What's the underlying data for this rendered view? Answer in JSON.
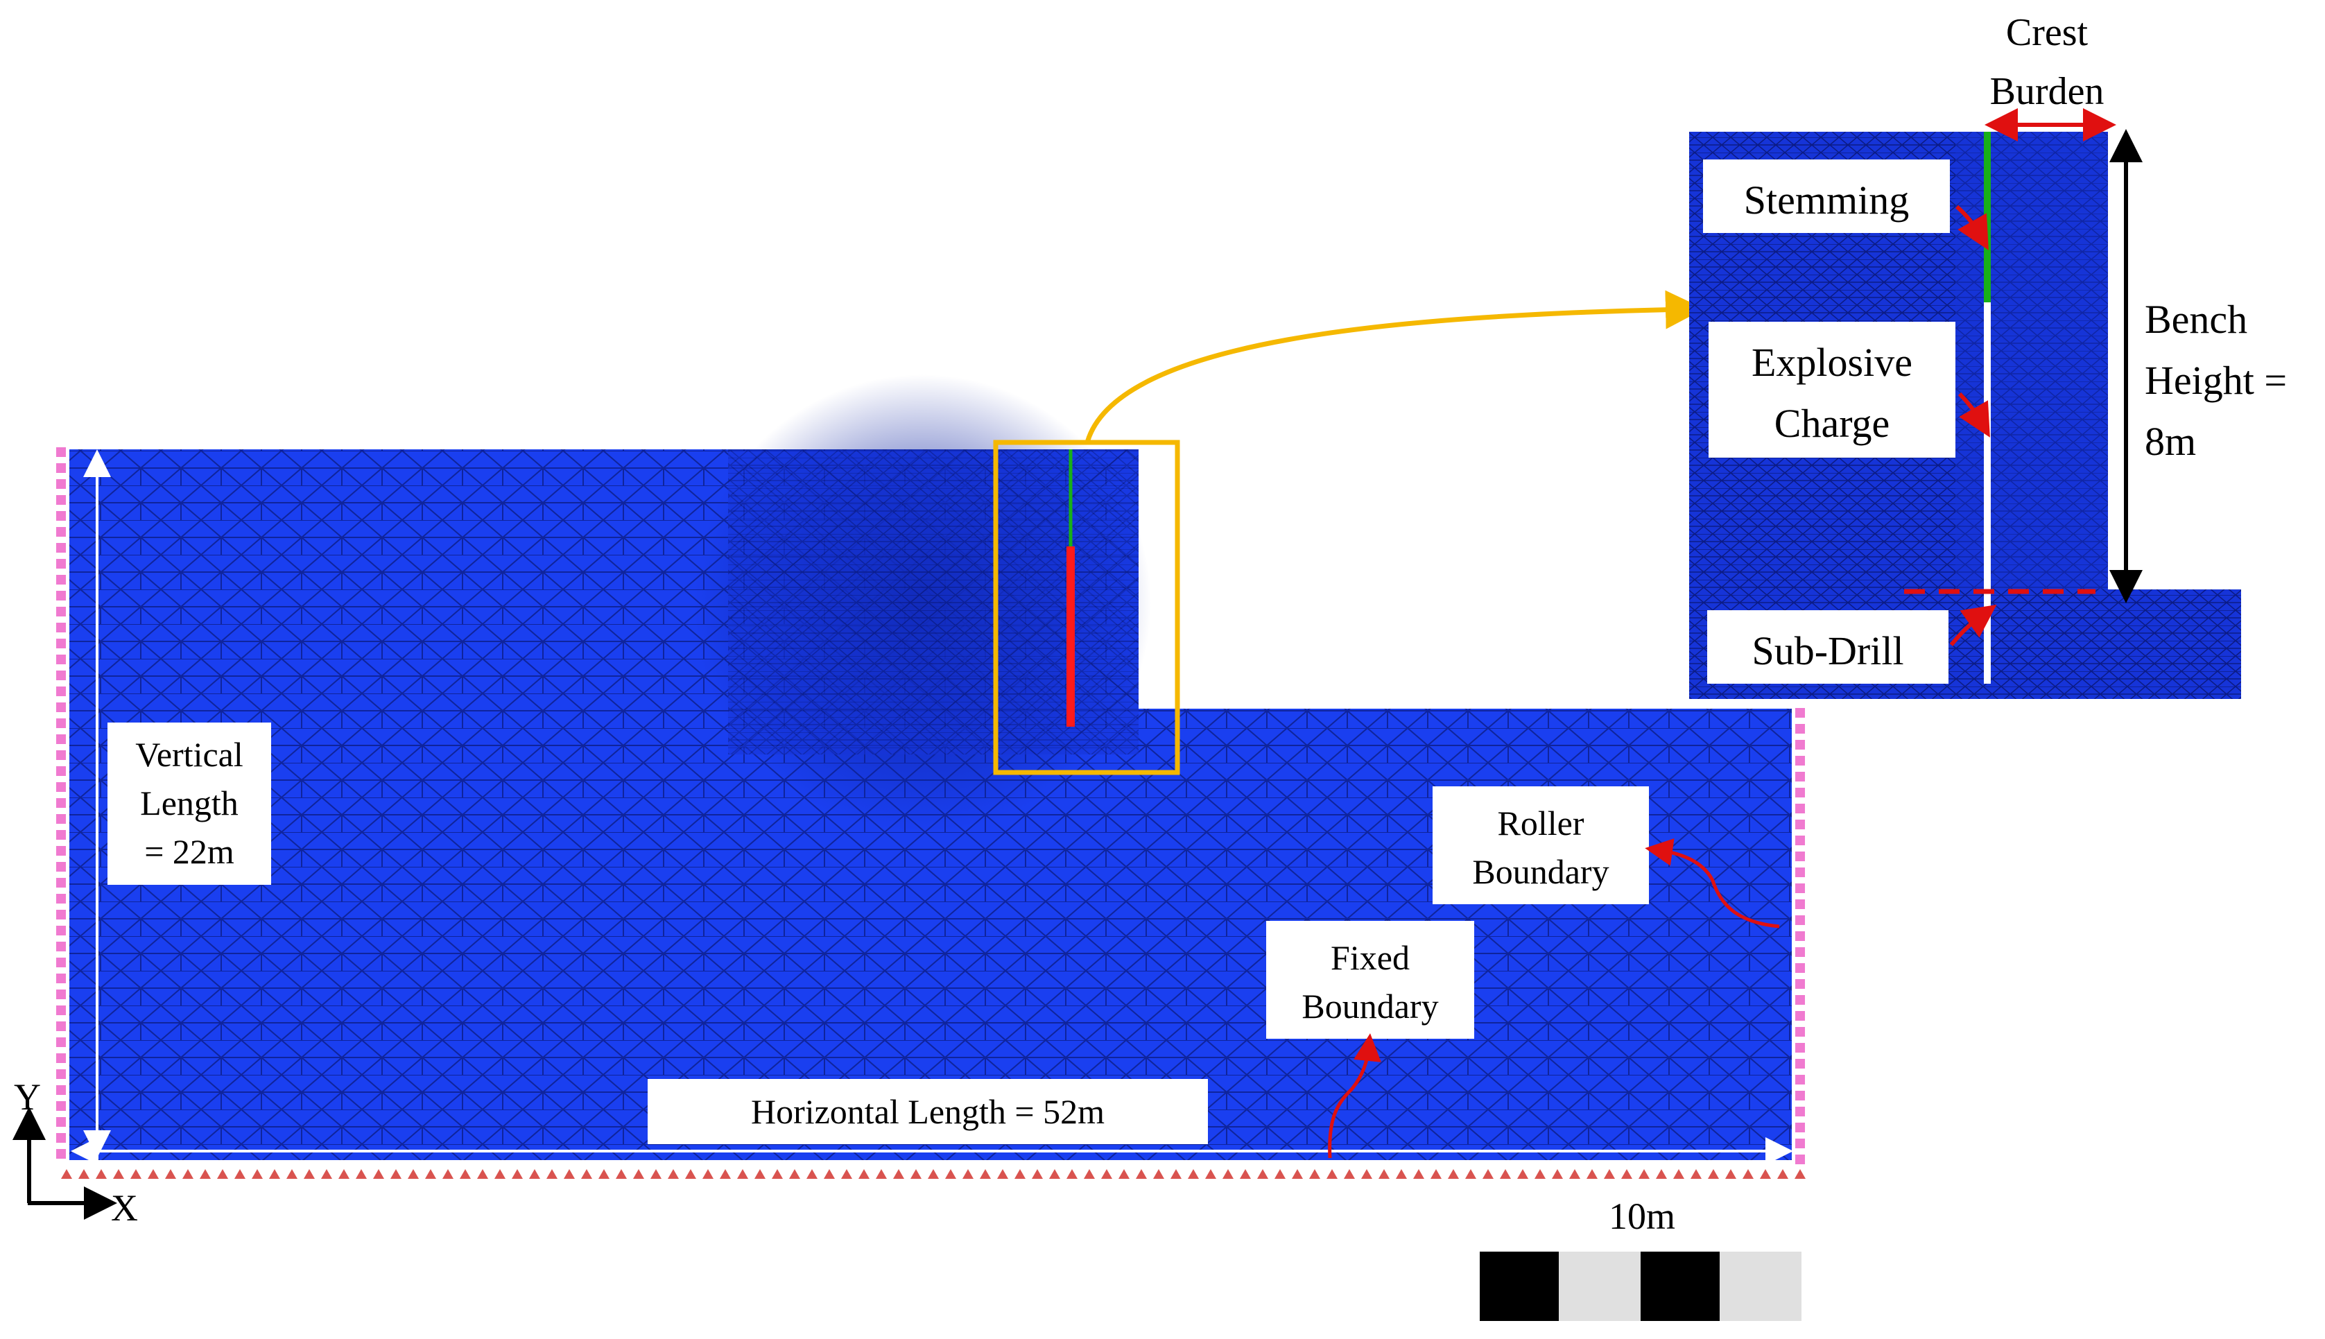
{
  "labels": {
    "crest_burden": [
      "Crest",
      "Burden"
    ],
    "stemming": "Stemming",
    "explosive_charge": [
      "Explosive",
      "Charge"
    ],
    "sub_drill": "Sub-Drill",
    "bench_height": [
      "Bench",
      "Height =",
      "8m"
    ],
    "vertical_length": [
      "Vertical",
      "Length",
      "= 22m"
    ],
    "horizontal_length": "Horizontal Length = 52m",
    "roller_boundary": [
      "Roller",
      "Boundary"
    ],
    "fixed_boundary": [
      "Fixed",
      "Boundary"
    ],
    "axis_y": "Y",
    "axis_x": "X",
    "scale_bar": "10m"
  },
  "colors": {
    "mesh_fill": "#1a3ff0",
    "mesh_line": "#0a1a80",
    "dense_core": "#0b1f9a",
    "stemming": "#18b018",
    "explosive": "#ff1a1a",
    "highlight_box": "#f5b800",
    "roller_marker": "#f07ad0",
    "fixed_marker": "#d9534f",
    "dimension_line": "#ffffff",
    "red_arrow": "#e01010"
  },
  "icons": [
    "roller-boundary-markers",
    "fixed-boundary-markers",
    "axis-arrows-icon",
    "scale-bar"
  ]
}
